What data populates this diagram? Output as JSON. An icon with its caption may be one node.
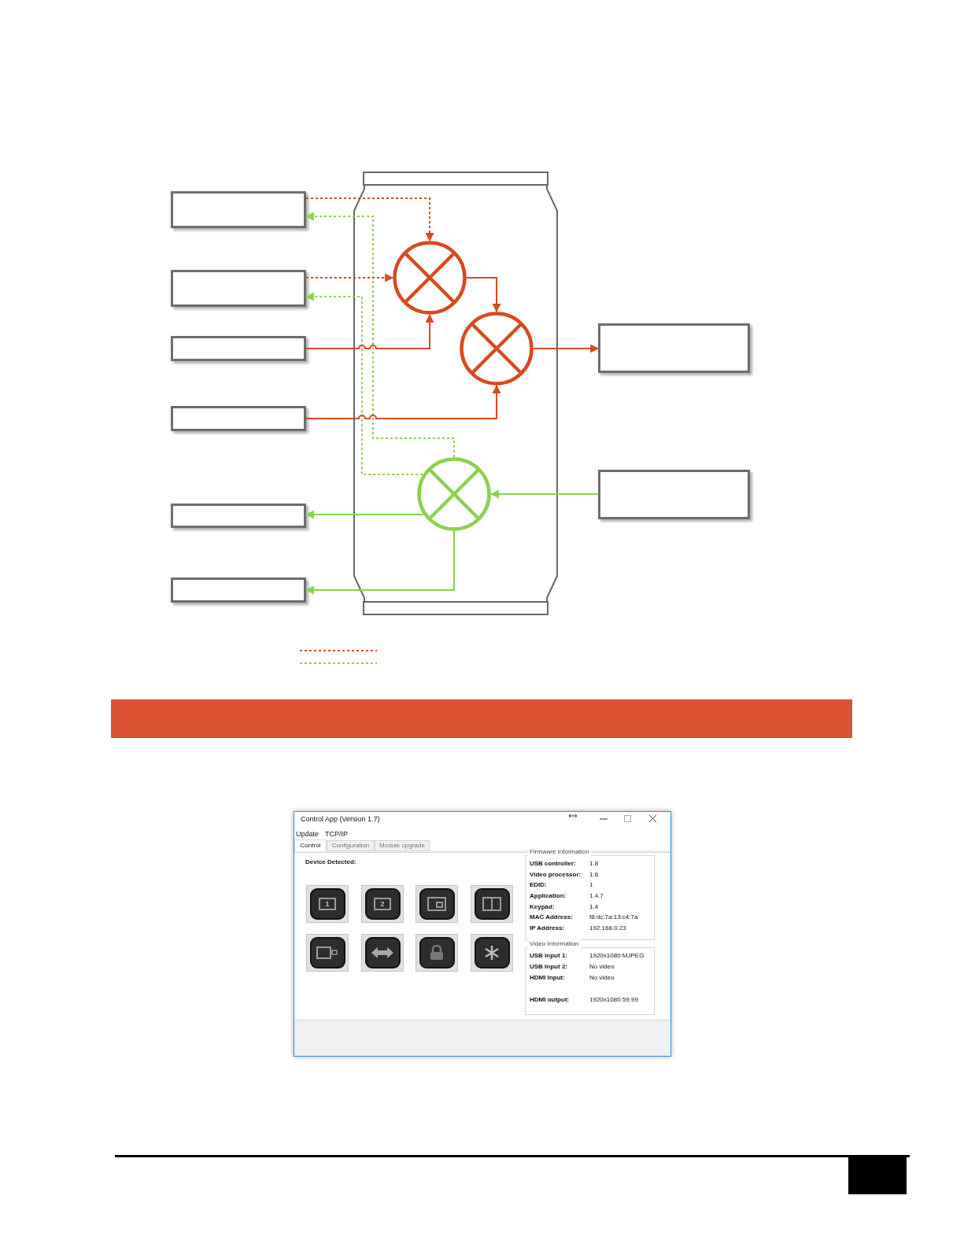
{
  "diagram": {
    "nodes": [
      {
        "text": [],
        "shape": "box"
      },
      {
        "text": [],
        "shape": "box"
      },
      {
        "text": [],
        "shape": "box"
      },
      {
        "text": [],
        "shape": "circle",
        "in": 0
      },
      {
        "text": [],
        "shape": "box"
      },
      {
        "text": [],
        "shape": "circle",
        "in": 0
      },
      {
        "text": [],
        "shape": "box"
      },
      {
        "text": [],
        "shape": "box"
      },
      {
        "text": [],
        "shape": "box"
      },
      {
        "text": [],
        "shape": "circle",
        "in": 0
      },
      {
        "text": [],
        "shape": "box"
      },
      {
        "text": [],
        "shape": "box"
      },
      {
        "text": [],
        "shape": "bar"
      }
    ],
    "edges": [
      {
        "from": 1,
        "to": 3,
        "arrow": "to",
        "style": "dashed",
        "color": "#d84a1f"
      },
      {
        "from": 9,
        "to": 1,
        "arrow": "to",
        "style": "dashed",
        "color": "#8bd14e"
      },
      {
        "from": 2,
        "to": 3,
        "arrow": "to",
        "style": "dashed",
        "color": "#d84a1f"
      },
      {
        "from": 9,
        "to": 2,
        "arrow": "to",
        "style": "dashed",
        "color": "#8bd14e"
      },
      {
        "from": 4,
        "to": 3,
        "arrow": "to",
        "color": "#d84a1f"
      },
      {
        "from": 3,
        "to": 5,
        "arrow": "to",
        "color": "#d84a1f"
      },
      {
        "from": 7,
        "to": 5,
        "arrow": "to",
        "color": "#d84a1f"
      },
      {
        "from": 5,
        "to": 6,
        "arrow": "to",
        "color": "#d84a1f"
      },
      {
        "from": 8,
        "to": 9,
        "arrow": "to",
        "color": "#8bd14e"
      },
      {
        "from": 9,
        "to": 10,
        "arrow": "to",
        "color": "#8bd14e"
      },
      {
        "from": 9,
        "to": 11,
        "arrow": "to",
        "color": "#8bd14e"
      }
    ],
    "labels": [
      "Control App (Version 1.7)",
      "Update",
      "TCP/IP",
      "Control",
      "Configuration",
      "Module upgrade",
      "Device Detected:",
      "1",
      "2",
      "Firmware Information",
      "USB controller:",
      "1.8",
      "Video processor:",
      "1.6",
      "EDID:",
      "1",
      "Application:",
      "1.4.7",
      "Keypad:",
      "1.4",
      "MAC Address:",
      "f8:dc:7a:13:c4:7a",
      "IP Address:",
      "192.168.0.23",
      "Video Information",
      "USB Input 1:",
      "1920x1080 MJPEG",
      "USB Input 2:",
      "No video",
      "HDMI Input:",
      "No video",
      "HDMI output:",
      "1920x1080 59.99"
    ]
  }
}
